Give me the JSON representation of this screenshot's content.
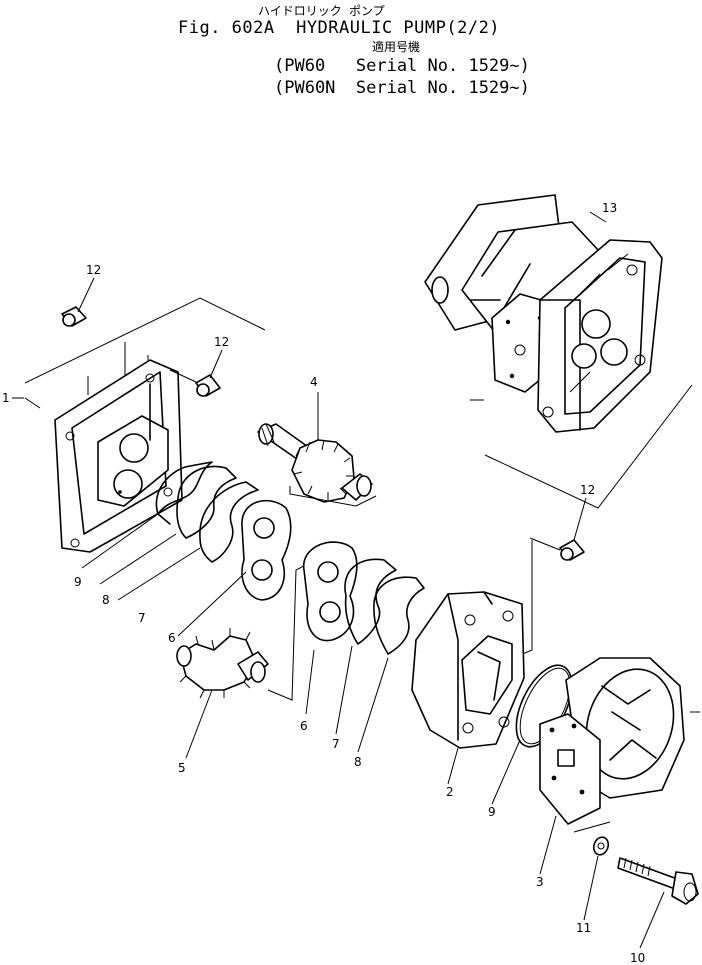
{
  "header": {
    "kana_title": "ハイドロリック ポンプ",
    "fig_title": "Fig. 602A  HYDRAULIC PUMP(2/2)",
    "applicability_label": "適用号機",
    "serial_lines": [
      "(PW60   Serial No. 1529~)",
      "(PW60N  Serial No. 1529~)"
    ]
  },
  "callouts": {
    "c1": "1",
    "c2": "2",
    "c3": "3",
    "c4": "4",
    "c5": "5",
    "c6a": "6",
    "c6b": "6",
    "c7a": "7",
    "c7b": "7",
    "c8a": "8",
    "c8b": "8",
    "c9a": "9",
    "c9b": "9",
    "c10": "10",
    "c11": "11",
    "c12a": "12",
    "c12b": "12",
    "c12c": "12",
    "c13": "13"
  }
}
